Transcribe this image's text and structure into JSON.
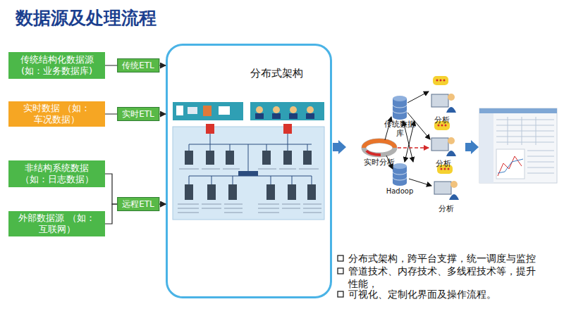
{
  "diagram": {
    "title": "数据源及处理流程",
    "nodes": [
      {
        "text": [
          "传统结构化数据源 (如：业务数据库)"
        ]
      },
      {
        "text": [
          "实时数据 （如：车况数据）"
        ]
      },
      {
        "text": [
          "非结构系统数据 （如：日志数据）"
        ]
      },
      {
        "text": [
          "外部数据源 （如：互联网）"
        ]
      },
      {
        "text": [
          "分布式架构"
        ]
      }
    ],
    "edges": [
      {
        "from": 0,
        "to": 4,
        "arrow": "to",
        "label": "传统ETL"
      },
      {
        "from": 1,
        "to": 4,
        "arrow": "to",
        "label": "实时ETL"
      },
      {
        "from": 2,
        "to": 4,
        "arrow": "to",
        "label": "远程ETL"
      },
      {
        "from": 3,
        "to": 4,
        "arrow": "to"
      }
    ],
    "labels": [
      "传统数据库",
      "实时分析",
      "Hadoop",
      "分析",
      "分析",
      "分析",
      "分布式架构，跨平台支撑，统一调度与监控",
      "管道技术、内存技术、多线程技术等，提升性能，",
      "可视化、定制化界面及操作流程。"
    ]
  }
}
